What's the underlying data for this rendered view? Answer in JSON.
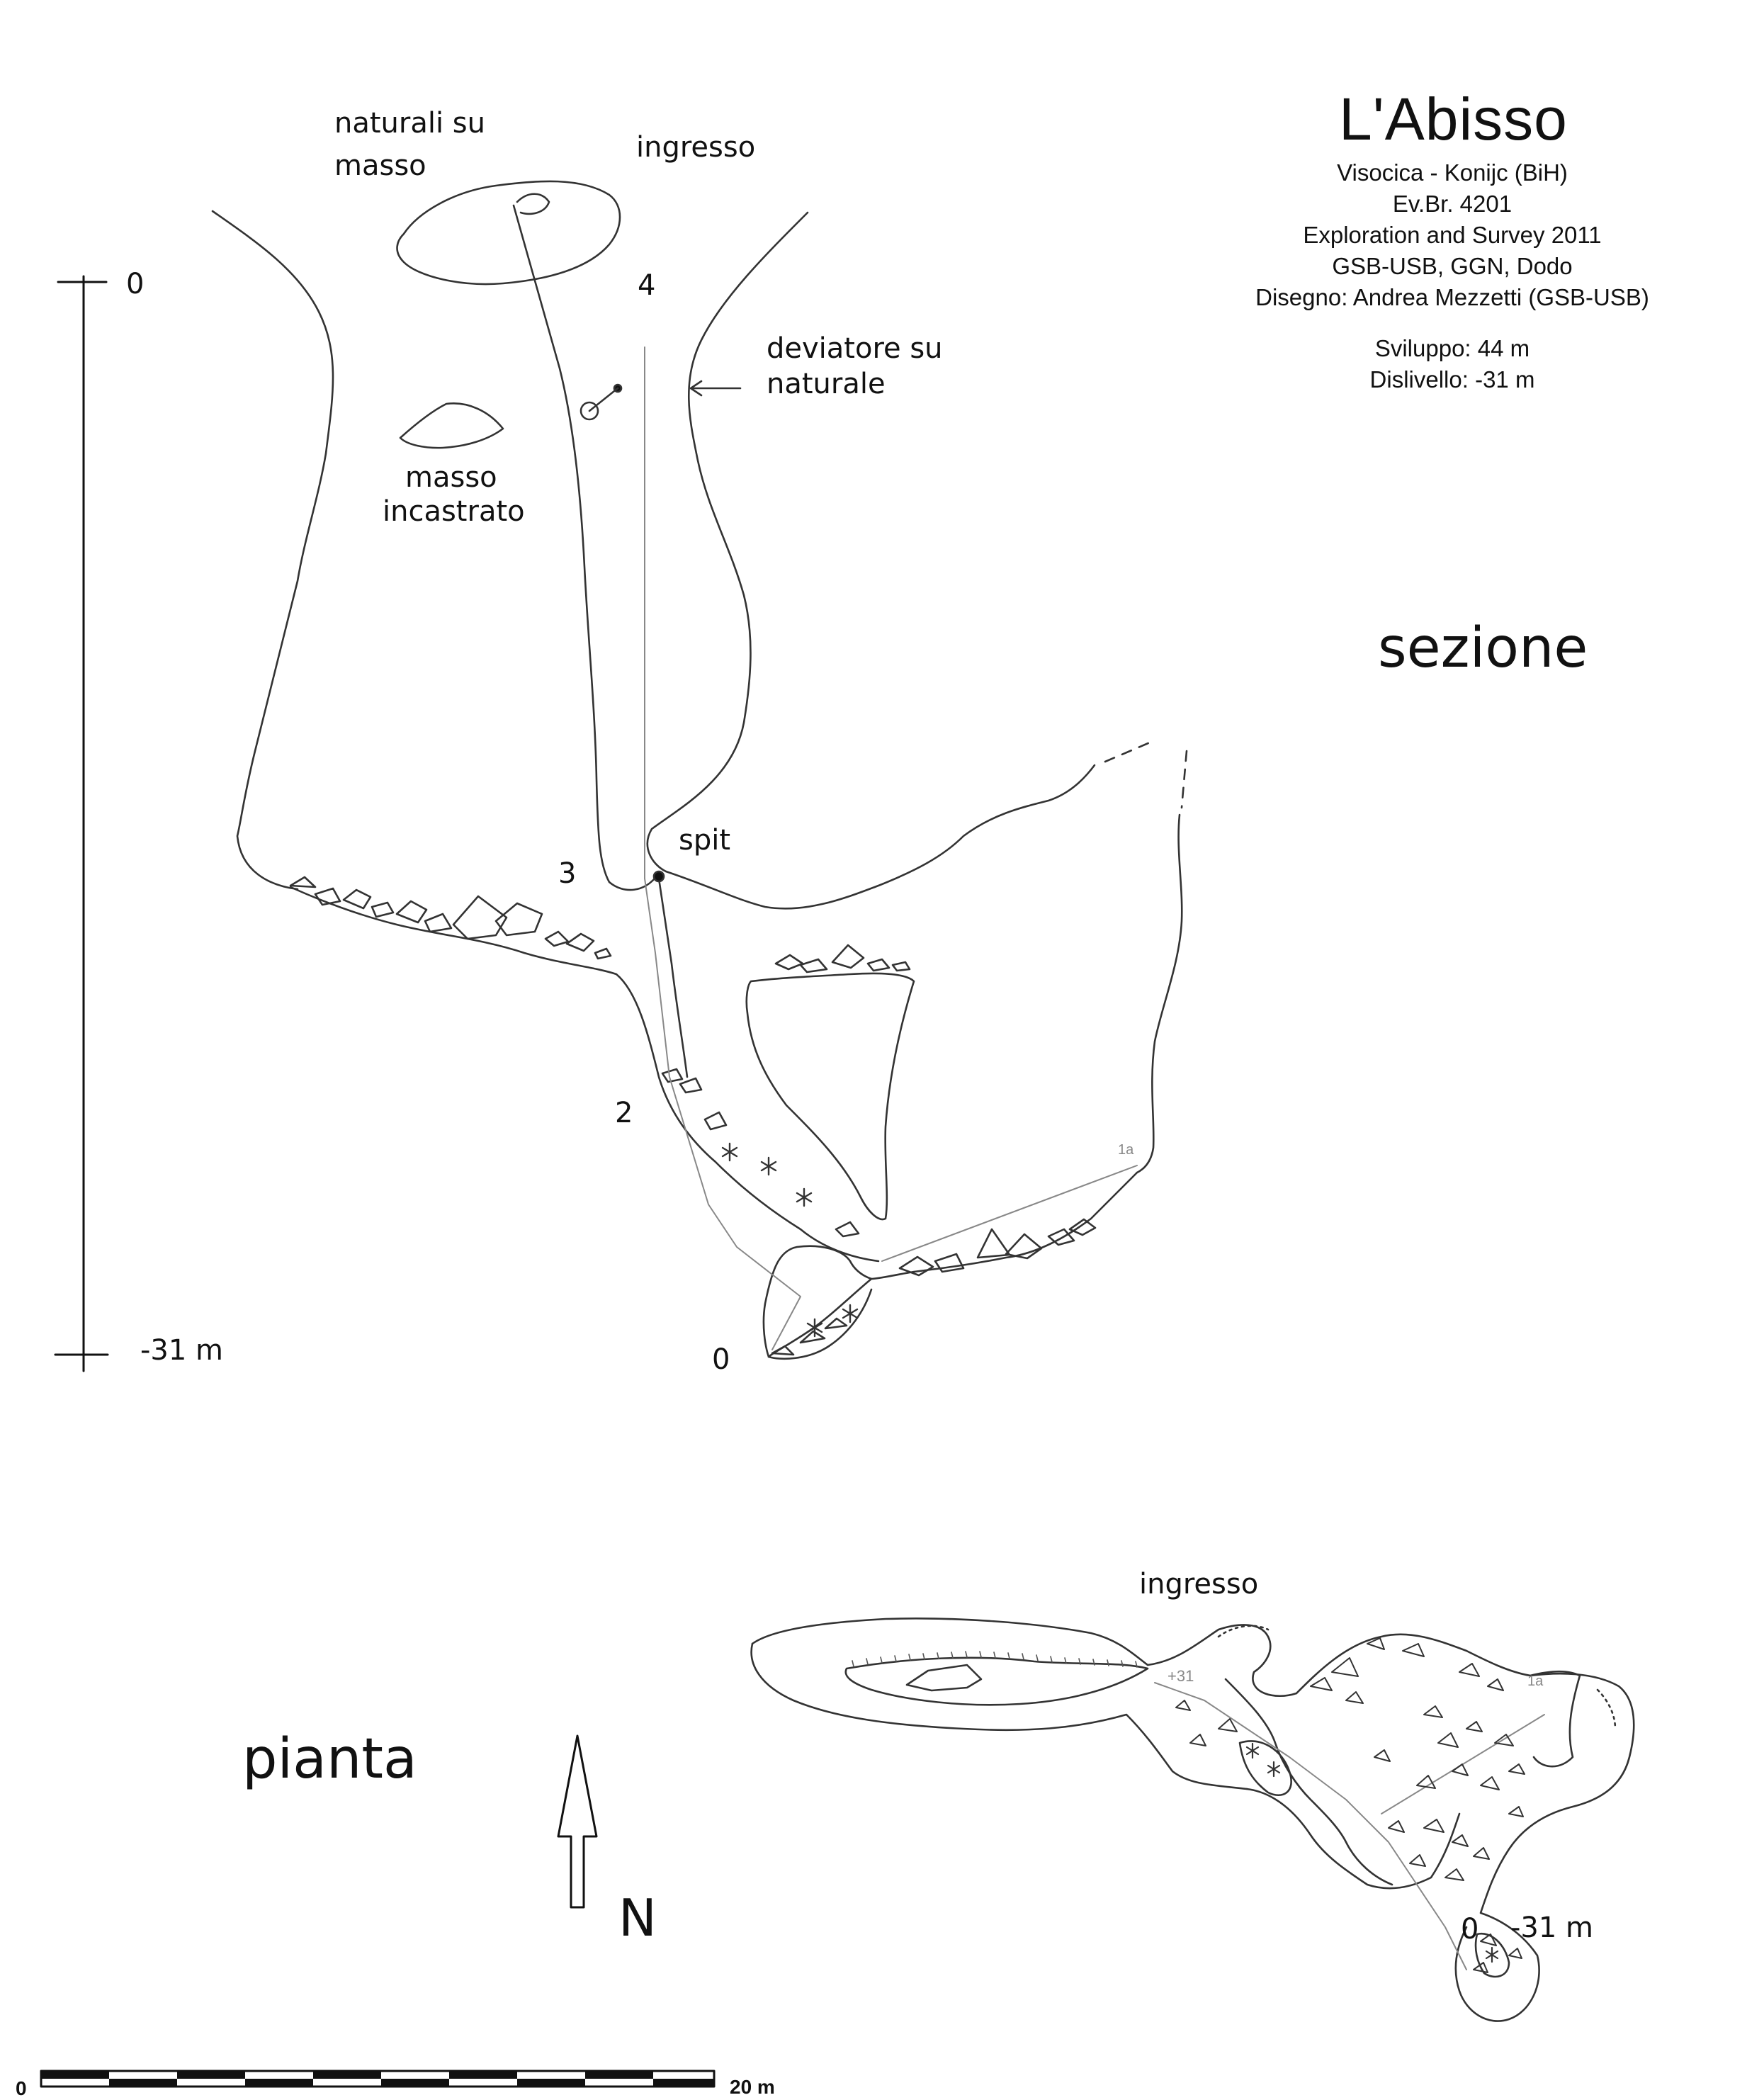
{
  "title": "L'Abisso",
  "info": {
    "location": "Visocica - Konijc (BiH)",
    "catalog": "Ev.Br. 4201",
    "exploration": "Exploration and Survey 2011",
    "groups": "GSB-USB, GGN, Dodo",
    "drawing": "Disegno: Andrea Mezzetti (GSB-USB)",
    "development": "Sviluppo: 44 m",
    "depth": "Dislivello: -31 m"
  },
  "section": {
    "title": "sezione",
    "labels": {
      "naturali_1": "naturali su",
      "naturali_2": "masso",
      "ingresso": "ingresso",
      "deviatore_1": "deviatore su",
      "deviatore_2": "naturale",
      "masso_1": "masso",
      "masso_2": "incastrato",
      "spit": "spit"
    },
    "stations": [
      "4",
      "3",
      "2",
      "0"
    ],
    "station_small": "1a",
    "vertical_scale": {
      "top": "0",
      "bottom": "-31 m"
    }
  },
  "plan": {
    "title": "pianta",
    "ingresso": "ingresso",
    "plus31": "+31",
    "station_small": "1a",
    "end_station": "0",
    "end_depth": "-31 m",
    "north": "N"
  },
  "scale_bar": {
    "start": "0",
    "end": "20 m"
  }
}
